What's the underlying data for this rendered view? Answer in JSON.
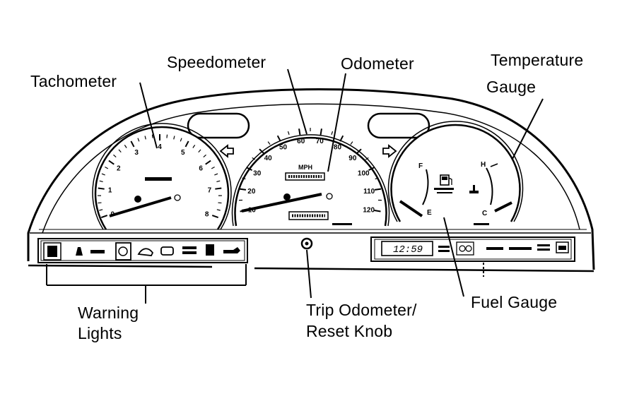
{
  "labels": {
    "tachometer": "Tachometer",
    "speedometer": "Speedometer",
    "odometer": "Odometer",
    "temperature_gauge": [
      "Temperature",
      "Gauge"
    ],
    "warning_lights": [
      "Warning",
      "Lights"
    ],
    "trip_odometer": [
      "Trip Odometer/",
      "Reset Knob"
    ],
    "fuel_gauge": "Fuel Gauge"
  },
  "tachometer": {
    "ticks": [
      "0",
      "1",
      "2",
      "3",
      "4",
      "5",
      "6",
      "7",
      "8"
    ],
    "redline_tick": "8"
  },
  "speedometer": {
    "unit": "MPH",
    "ticks": [
      "10",
      "20",
      "30",
      "40",
      "50",
      "60",
      "70",
      "80",
      "90",
      "100",
      "110",
      "120"
    ]
  },
  "fuel_gauge": {
    "full": "F",
    "empty": "E"
  },
  "temperature_gauge": {
    "hot": "H",
    "cold": "C"
  },
  "clock": {
    "time": "12:59"
  },
  "colors": {
    "ink": "#000000",
    "paper": "#ffffff"
  }
}
